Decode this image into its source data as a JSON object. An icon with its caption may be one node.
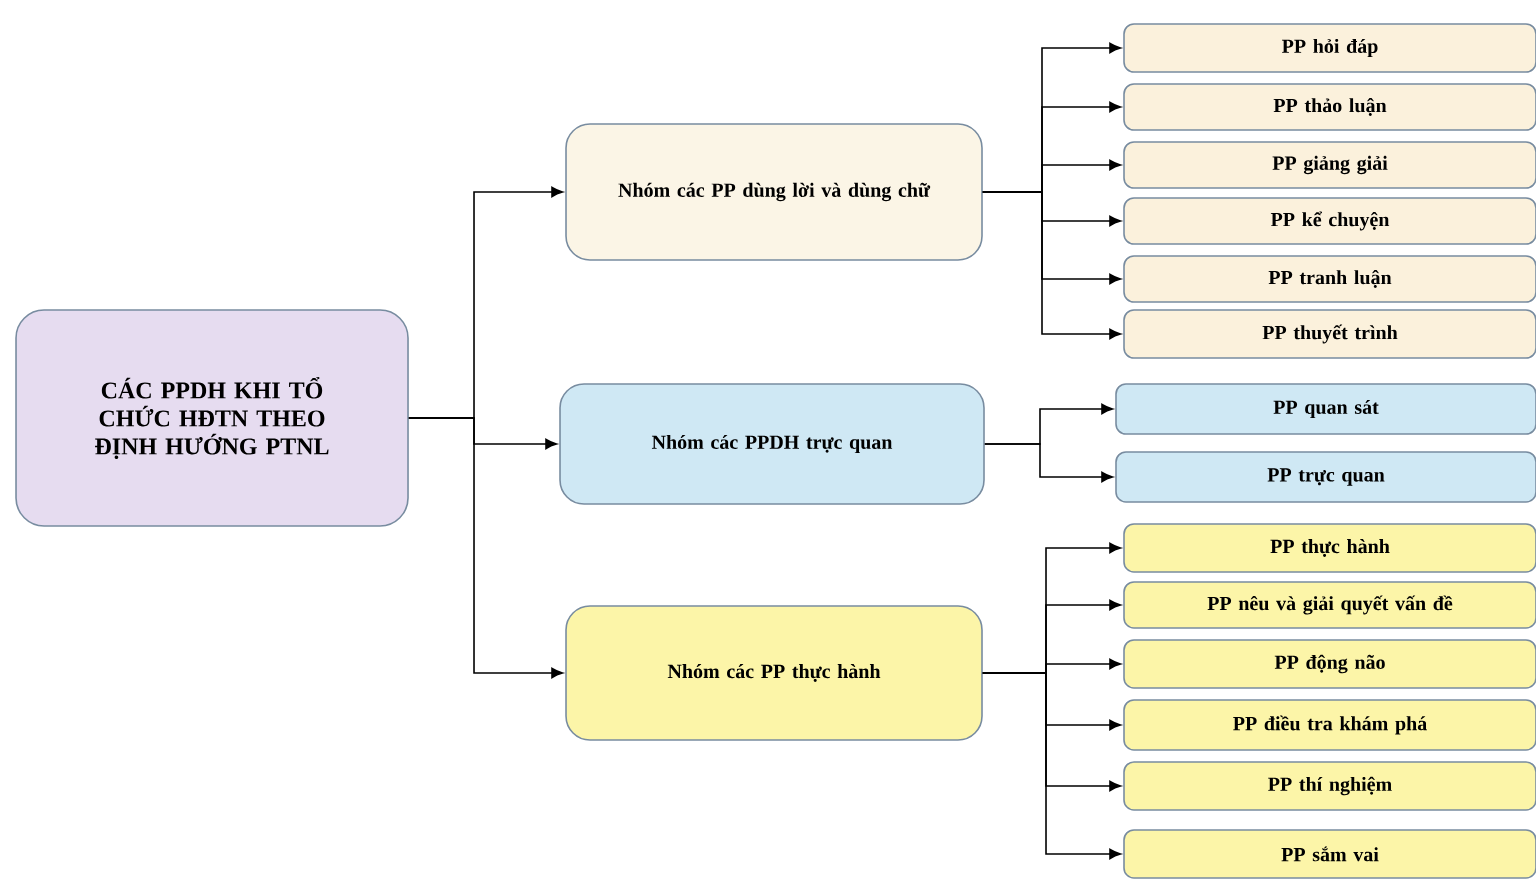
{
  "diagram": {
    "nodes": [
      {
        "text": [
          "CÁC PPDH KHI TỔ CHỨC HĐTN THEO ĐỊNH HƯỚNG PTNL"
        ]
      },
      {
        "text": [
          "Nhóm các PP dùng lời và dùng chữ"
        ]
      },
      {
        "text": [
          "Nhóm các PPDH trực quan"
        ]
      },
      {
        "text": [
          "Nhóm các PP thực hành"
        ]
      },
      {
        "text": [
          "PP hỏi đáp"
        ]
      },
      {
        "text": [
          "PP thảo luận"
        ]
      },
      {
        "text": [
          "PP giảng giải"
        ]
      },
      {
        "text": [
          "PP kể chuyện"
        ]
      },
      {
        "text": [
          "PP tranh luận"
        ]
      },
      {
        "text": [
          "PP thuyết trình"
        ]
      },
      {
        "text": [
          "PP quan sát"
        ]
      },
      {
        "text": [
          "PP trực quan"
        ]
      },
      {
        "text": [
          "PP thực hành"
        ]
      },
      {
        "text": [
          "PP nêu và giải quyết vấn đề"
        ]
      },
      {
        "text": [
          "PP động não"
        ]
      },
      {
        "text": [
          "PP điều tra khám phá"
        ]
      },
      {
        "text": [
          "PP thí nghiệm"
        ]
      },
      {
        "text": [
          "PP sắm vai"
        ]
      }
    ],
    "edges": [
      {
        "from": 0,
        "to": 1,
        "arrow": "to"
      },
      {
        "from": 0,
        "to": 2,
        "arrow": "to"
      },
      {
        "from": 0,
        "to": 3,
        "arrow": "to"
      },
      {
        "from": 1,
        "to": 4,
        "arrow": "to"
      },
      {
        "from": 1,
        "to": 5,
        "arrow": "to"
      },
      {
        "from": 1,
        "to": 6,
        "arrow": "to"
      },
      {
        "from": 1,
        "to": 7,
        "arrow": "to"
      },
      {
        "from": 1,
        "to": 8,
        "arrow": "to"
      },
      {
        "from": 1,
        "to": 9,
        "arrow": "to"
      },
      {
        "from": 2,
        "to": 10,
        "arrow": "to"
      },
      {
        "from": 2,
        "to": 11,
        "arrow": "to"
      },
      {
        "from": 3,
        "to": 12,
        "arrow": "to"
      },
      {
        "from": 3,
        "to": 13,
        "arrow": "to"
      },
      {
        "from": 3,
        "to": 14,
        "arrow": "to"
      },
      {
        "from": 3,
        "to": 15,
        "arrow": "to"
      },
      {
        "from": 3,
        "to": 16,
        "arrow": "to"
      },
      {
        "from": 3,
        "to": 17,
        "arrow": "to"
      }
    ]
  }
}
